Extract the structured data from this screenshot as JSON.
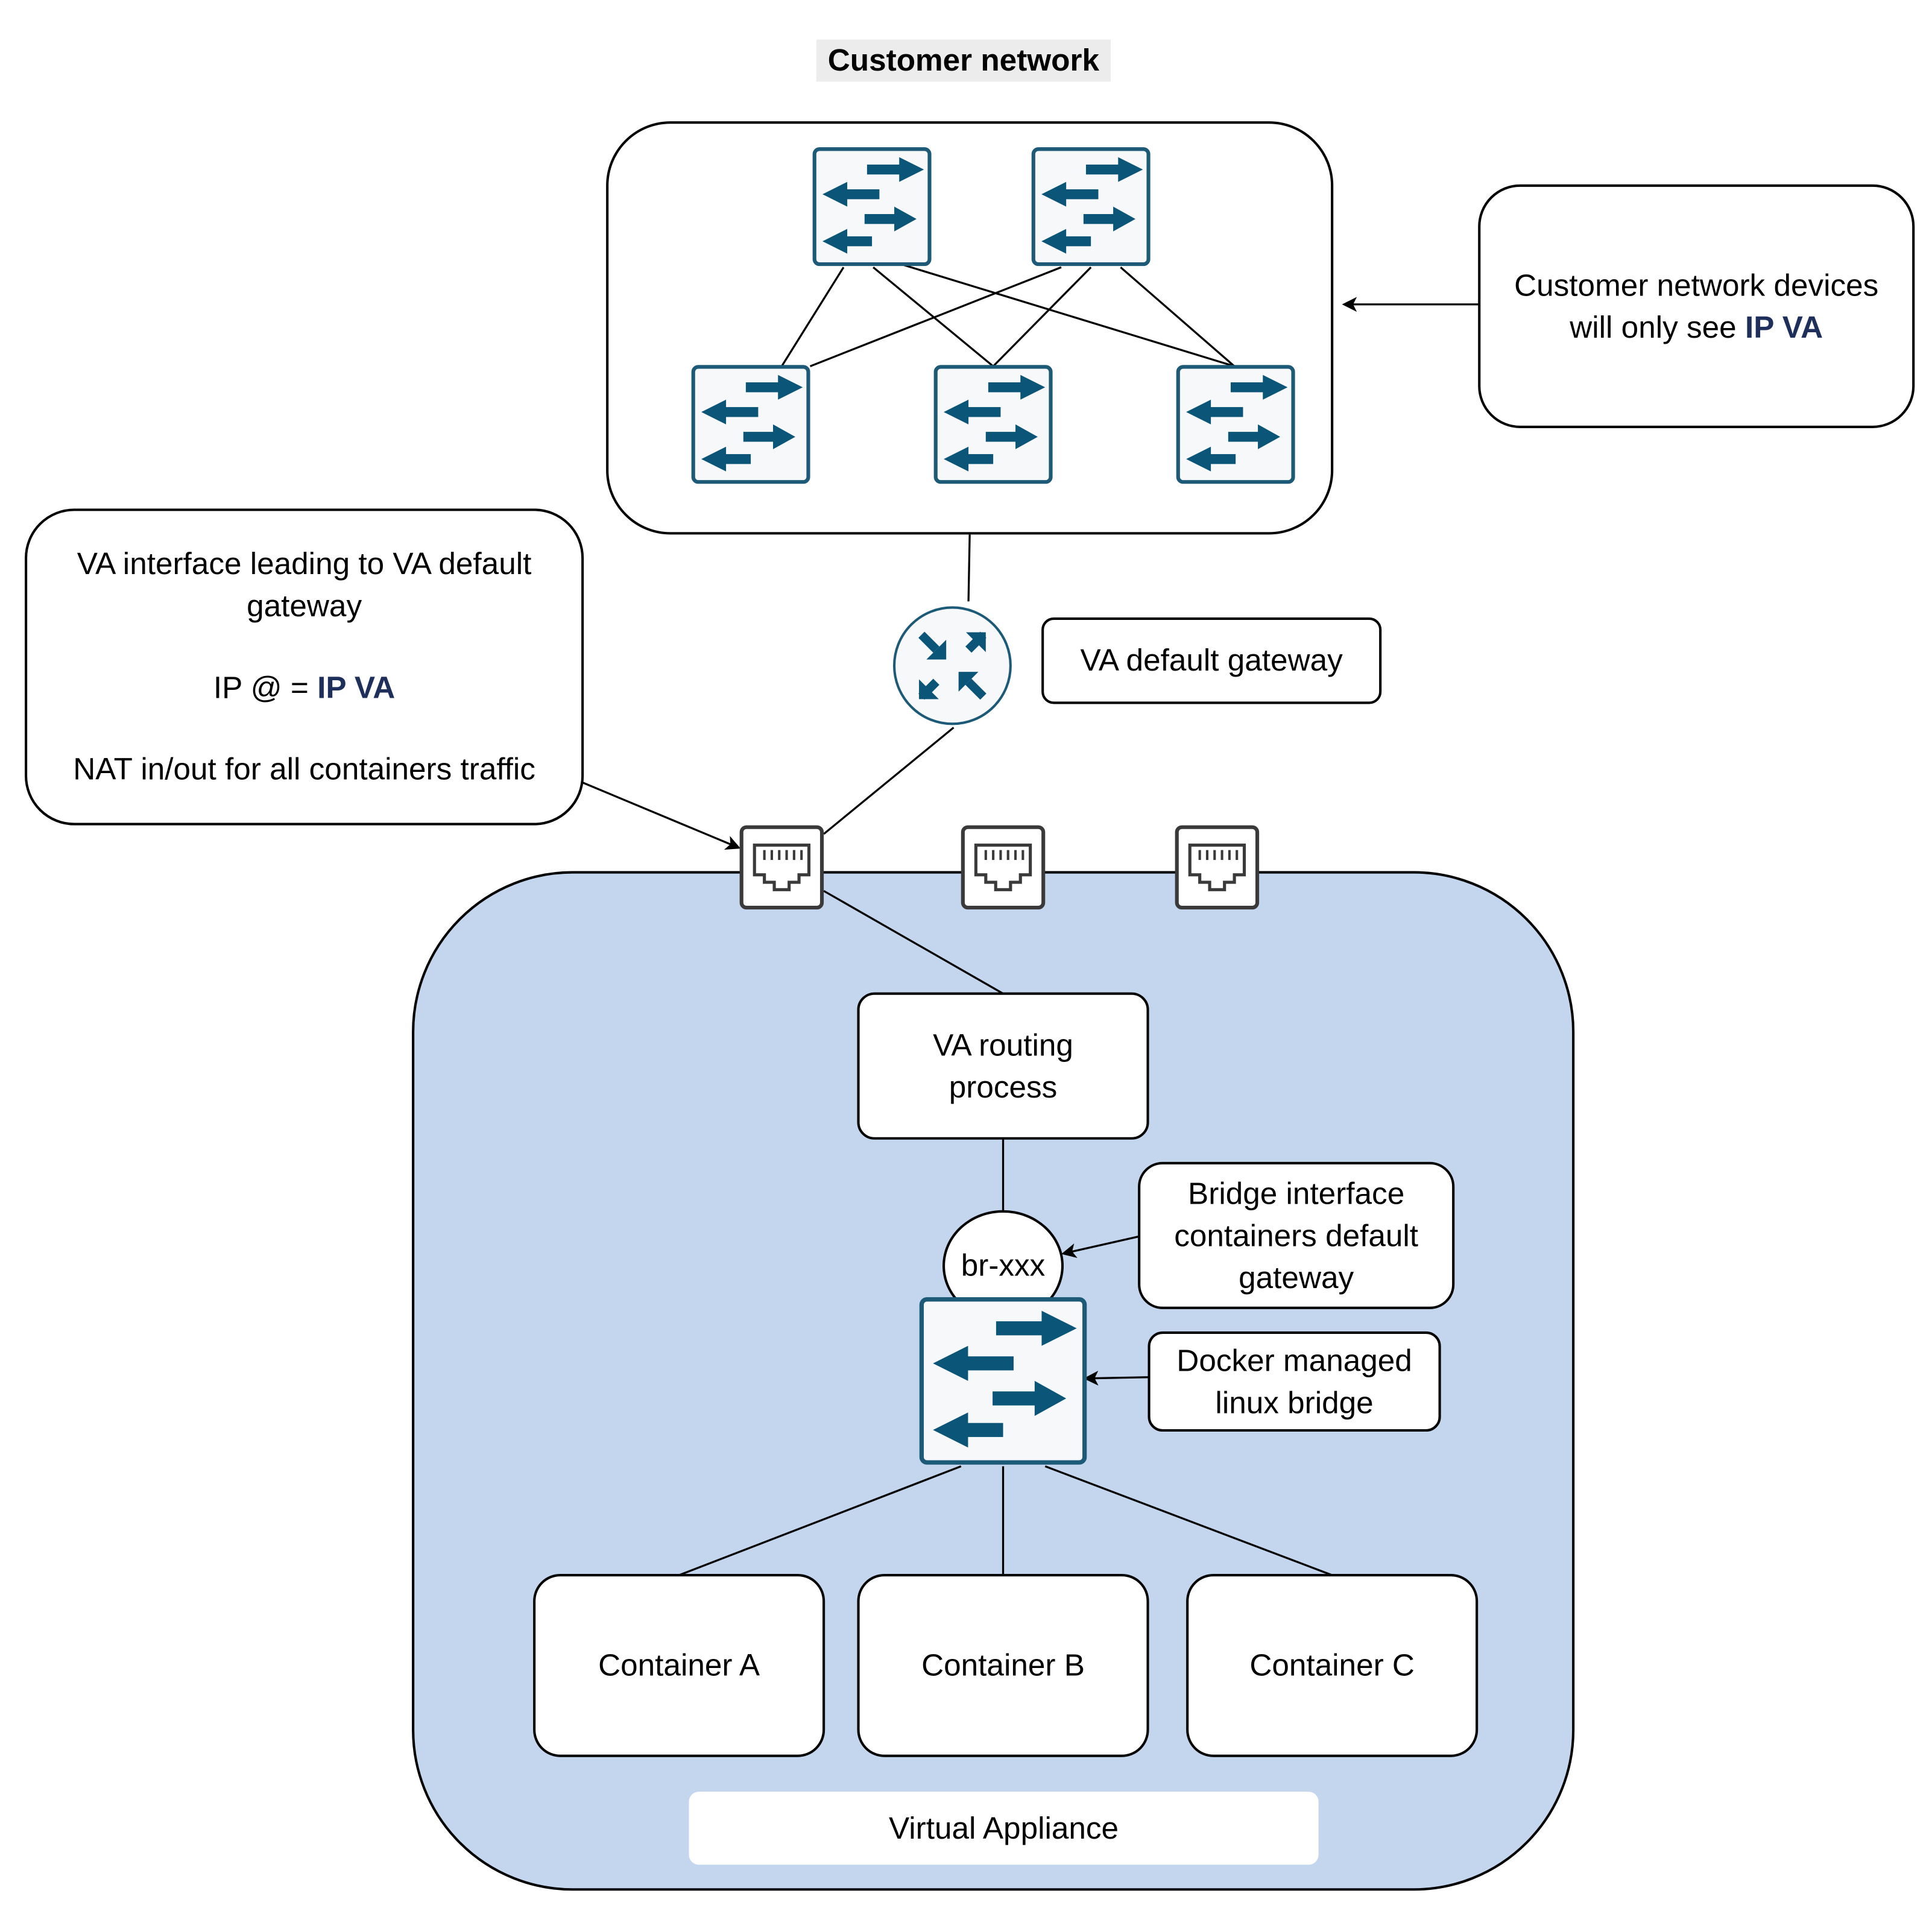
{
  "title": "Customer network",
  "callouts": {
    "customer_devices": {
      "line1": "Customer network devices",
      "line2_prefix": "will only see ",
      "line2_highlight": "IP VA"
    },
    "va_interface": {
      "line1": "VA interface leading to VA default",
      "line2": "gateway",
      "ip_prefix": "IP @ = ",
      "ip_highlight": "IP VA",
      "nat": "NAT in/out for all containers traffic"
    },
    "va_gateway": "VA default gateway",
    "bridge_interface": {
      "line1": "Bridge interface",
      "line2": "containers default",
      "line3": "gateway"
    },
    "docker_bridge": {
      "line1": "Docker managed",
      "line2": "linux bridge"
    }
  },
  "virtual_appliance": {
    "label": "Virtual Appliance",
    "routing": {
      "line1": "VA routing",
      "line2": "process"
    },
    "bridge_node": "br-xxx",
    "containers": [
      "Container A",
      "Container B",
      "Container C"
    ]
  },
  "colors": {
    "appliance_fill": "#c4d6ee",
    "switch_arrow": "#0b5578",
    "switch_border": "#1c5a78",
    "highlight_text": "#1e2f5c",
    "title_background": "#ececec"
  },
  "icons": [
    "network-switch-icon",
    "router-icon",
    "ethernet-port-icon"
  ]
}
